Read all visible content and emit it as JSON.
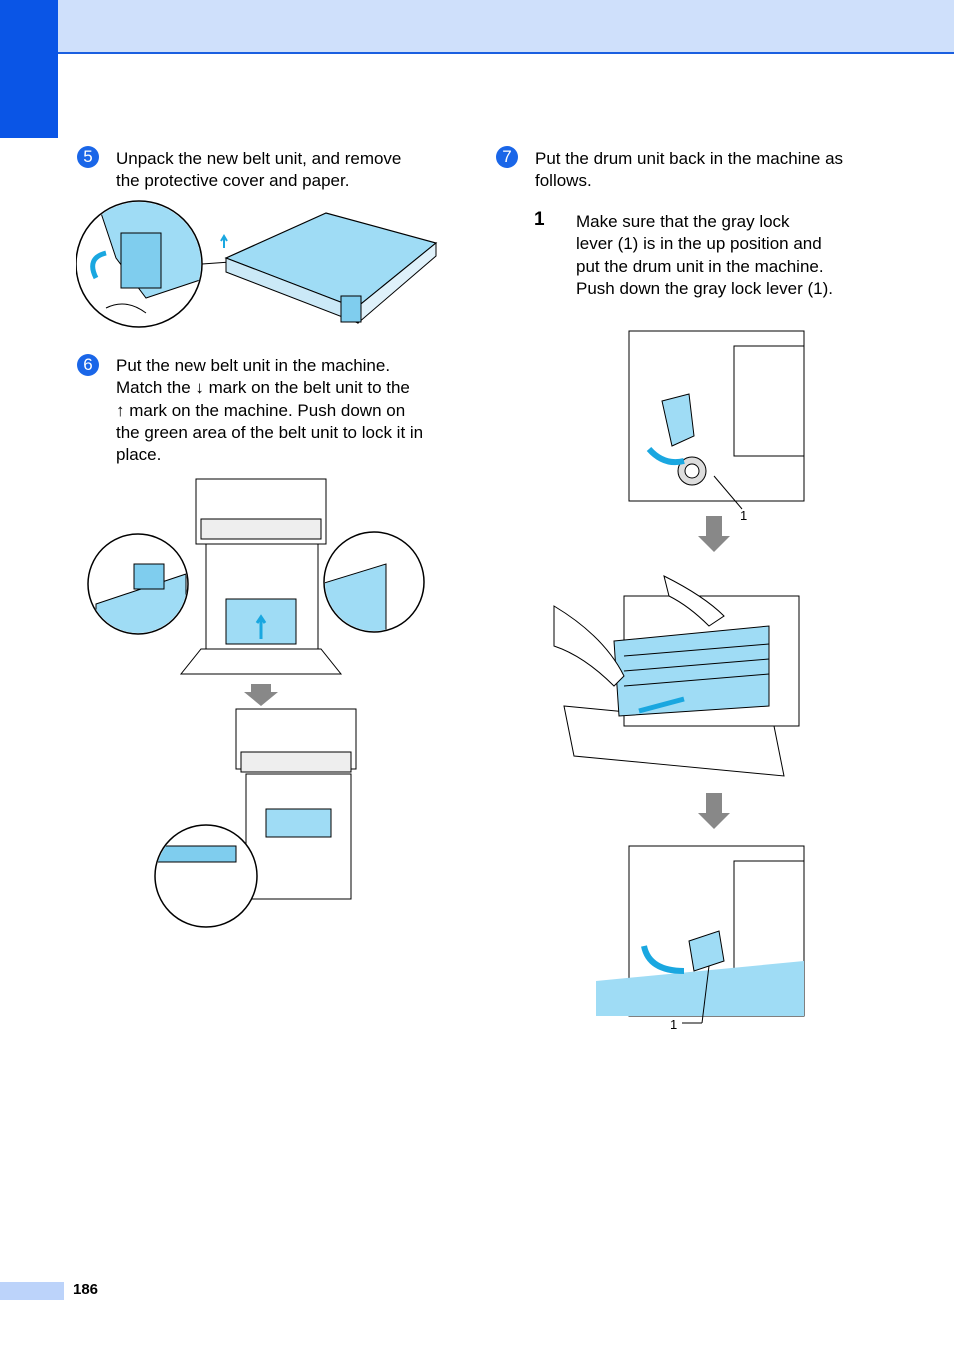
{
  "steps": [
    {
      "number": "5",
      "text_lines": [
        "Unpack the new belt unit, and remove",
        "the protective cover and paper."
      ]
    },
    {
      "number": "6",
      "text_lines": [
        "Put the new belt unit in the machine.",
        "Match the ↓ mark on the belt unit to the",
        "↑ mark on the machine. Push down on",
        "the green area of the belt unit to lock it in",
        "place."
      ]
    },
    {
      "number": "7",
      "text_lines": [
        "Put the drum unit back in the machine as",
        "follows."
      ]
    }
  ],
  "substeps": [
    {
      "number": "1",
      "text_lines": [
        "Make sure that the gray lock",
        "lever (1) is in the up position and",
        "put the drum unit in the machine.",
        "Push down the gray lock lever (1)."
      ]
    }
  ],
  "callouts": {
    "lever_top": "1",
    "lever_bottom": "1"
  },
  "footer": {
    "page_number": "186"
  },
  "colors": {
    "accent": "#0a55e6",
    "header_band": "#cfe0fb",
    "illustration_blue": "#9fdcf5"
  }
}
